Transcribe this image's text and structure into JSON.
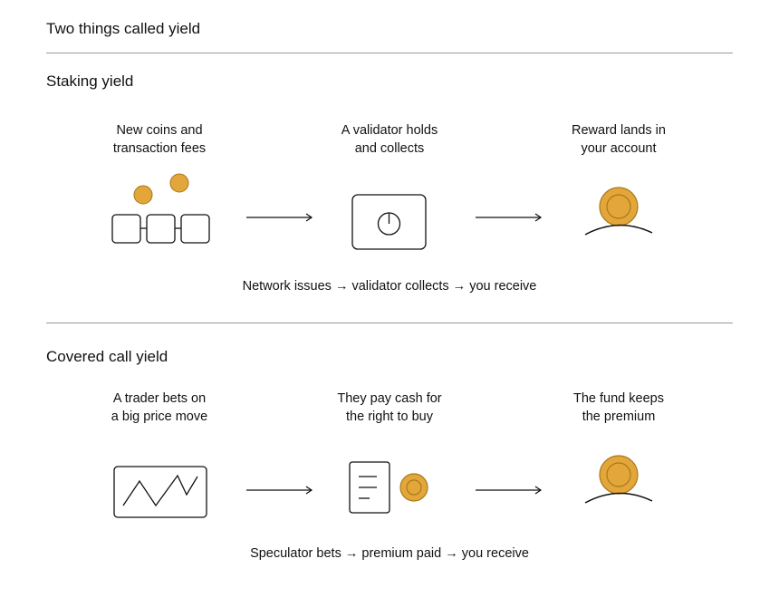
{
  "page_title": "Two things called yield",
  "colors": {
    "coin_fill": "#E3A63A",
    "coin_stroke": "#A87818",
    "ink": "#111111",
    "divider": "#9a9a9a"
  },
  "sections": [
    {
      "title": "Staking yield",
      "steps": [
        {
          "label_line1": "New coins and",
          "label_line2": "transaction fees",
          "icon": "blockchain-with-coins-icon"
        },
        {
          "label_line1": "A validator holds",
          "label_line2": "and collects",
          "icon": "validator-box-icon"
        },
        {
          "label_line1": "Reward lands in",
          "label_line2": "your account",
          "icon": "coin-in-hand-icon"
        }
      ],
      "summary": "Network issues → validator collects → you receive"
    },
    {
      "title": "Covered call yield",
      "steps": [
        {
          "label_line1": "A trader bets on",
          "label_line2": "a big price move",
          "icon": "price-chart-icon"
        },
        {
          "label_line1": "They pay cash for",
          "label_line2": "the right to buy",
          "icon": "contract-with-coin-icon"
        },
        {
          "label_line1": "The fund keeps",
          "label_line2": "the premium",
          "icon": "coin-in-hand-icon"
        }
      ],
      "summary": "Speculator bets → premium paid → you receive"
    }
  ]
}
